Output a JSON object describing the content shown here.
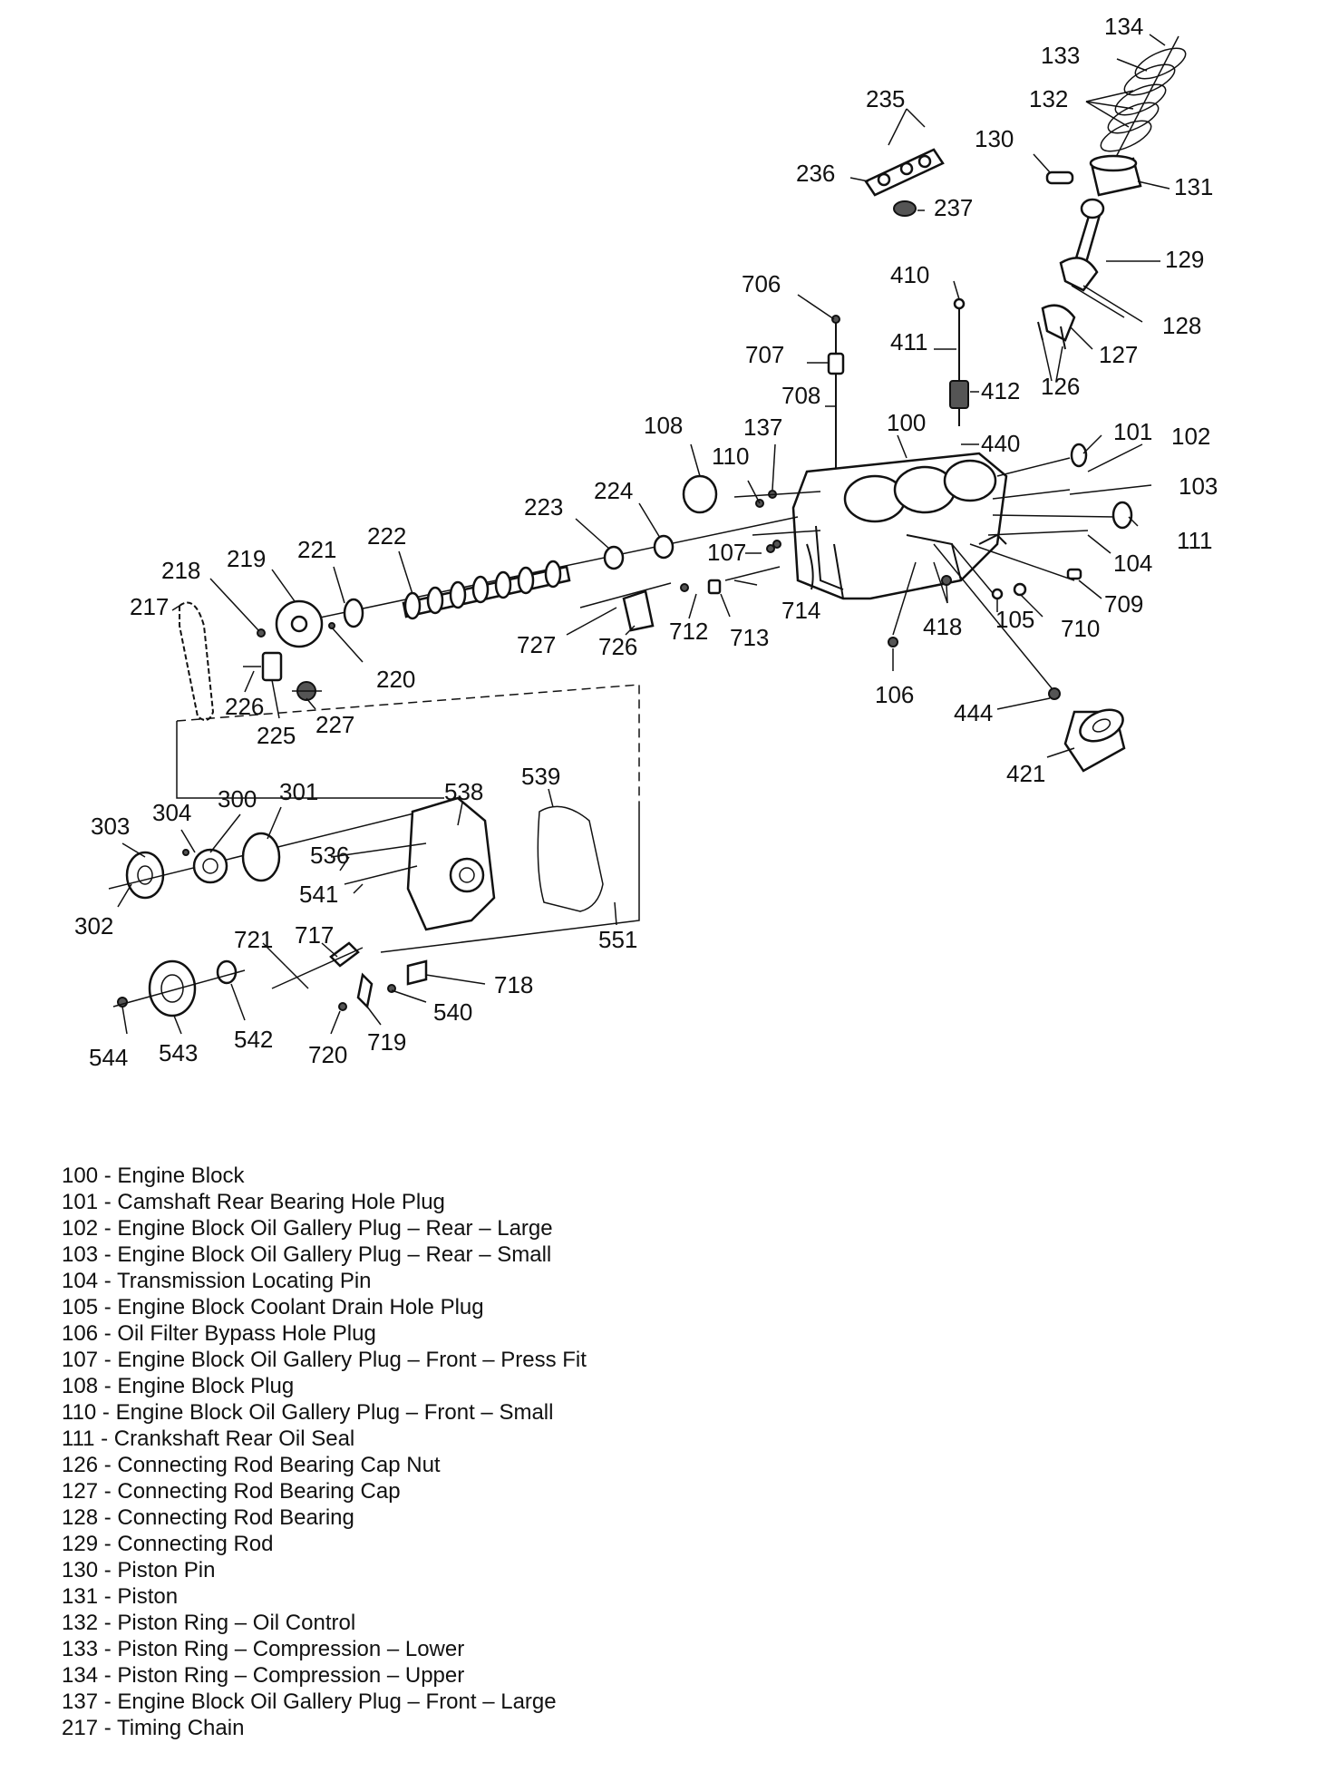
{
  "callouts": [
    {
      "id": "c134",
      "num": "134"
    },
    {
      "id": "c133",
      "num": "133"
    },
    {
      "id": "c132",
      "num": "132"
    },
    {
      "id": "c130",
      "num": "130"
    },
    {
      "id": "c131",
      "num": "131"
    },
    {
      "id": "c235",
      "num": "235"
    },
    {
      "id": "c236",
      "num": "236"
    },
    {
      "id": "c237",
      "num": "237"
    },
    {
      "id": "c129",
      "num": "129"
    },
    {
      "id": "c128",
      "num": "128"
    },
    {
      "id": "c127",
      "num": "127"
    },
    {
      "id": "c126",
      "num": "126"
    },
    {
      "id": "c706",
      "num": "706"
    },
    {
      "id": "c707",
      "num": "707"
    },
    {
      "id": "c708",
      "num": "708"
    },
    {
      "id": "c410",
      "num": "410"
    },
    {
      "id": "c411",
      "num": "411"
    },
    {
      "id": "c412",
      "num": "412"
    },
    {
      "id": "c440",
      "num": "440"
    },
    {
      "id": "c100",
      "num": "100"
    },
    {
      "id": "c108",
      "num": "108"
    },
    {
      "id": "c137",
      "num": "137"
    },
    {
      "id": "c110",
      "num": "110"
    },
    {
      "id": "c101",
      "num": "101"
    },
    {
      "id": "c102",
      "num": "102"
    },
    {
      "id": "c103",
      "num": "103"
    },
    {
      "id": "c111",
      "num": "111"
    },
    {
      "id": "c104",
      "num": "104"
    },
    {
      "id": "c223",
      "num": "223"
    },
    {
      "id": "c224",
      "num": "224"
    },
    {
      "id": "c222",
      "num": "222"
    },
    {
      "id": "c221",
      "num": "221"
    },
    {
      "id": "c219",
      "num": "219"
    },
    {
      "id": "c218",
      "num": "218"
    },
    {
      "id": "c217",
      "num": "217"
    },
    {
      "id": "c220",
      "num": "220"
    },
    {
      "id": "c226",
      "num": "226"
    },
    {
      "id": "c225",
      "num": "225"
    },
    {
      "id": "c227",
      "num": "227"
    },
    {
      "id": "c107",
      "num": "107"
    },
    {
      "id": "c714",
      "num": "714"
    },
    {
      "id": "c712",
      "num": "712"
    },
    {
      "id": "c713",
      "num": "713"
    },
    {
      "id": "c727",
      "num": "727"
    },
    {
      "id": "c726",
      "num": "726"
    },
    {
      "id": "c418",
      "num": "418"
    },
    {
      "id": "c105",
      "num": "105"
    },
    {
      "id": "c710",
      "num": "710"
    },
    {
      "id": "c709",
      "num": "709"
    },
    {
      "id": "c106",
      "num": "106"
    },
    {
      "id": "c444",
      "num": "444"
    },
    {
      "id": "c421",
      "num": "421"
    },
    {
      "id": "c303",
      "num": "303"
    },
    {
      "id": "c304",
      "num": "304"
    },
    {
      "id": "c300",
      "num": "300"
    },
    {
      "id": "c301",
      "num": "301"
    },
    {
      "id": "c538",
      "num": "538"
    },
    {
      "id": "c539",
      "num": "539"
    },
    {
      "id": "c536",
      "num": "536"
    },
    {
      "id": "c541",
      "num": "541"
    },
    {
      "id": "c302",
      "num": "302"
    },
    {
      "id": "c551",
      "num": "551"
    },
    {
      "id": "c721",
      "num": "721"
    },
    {
      "id": "c717",
      "num": "717"
    },
    {
      "id": "c718",
      "num": "718"
    },
    {
      "id": "c540",
      "num": "540"
    },
    {
      "id": "c544",
      "num": "544"
    },
    {
      "id": "c543",
      "num": "543"
    },
    {
      "id": "c542",
      "num": "542"
    },
    {
      "id": "c720",
      "num": "720"
    },
    {
      "id": "c719",
      "num": "719"
    }
  ],
  "legend": [
    "100 - Engine Block",
    "101 - Camshaft Rear Bearing Hole Plug",
    "102 - Engine Block Oil Gallery Plug – Rear – Large",
    "103 - Engine Block Oil Gallery Plug – Rear – Small",
    "104 - Transmission Locating Pin",
    "105 - Engine Block Coolant Drain Hole Plug",
    "106 - Oil Filter Bypass Hole Plug",
    "107 - Engine Block Oil Gallery Plug – Front – Press Fit",
    "108 - Engine Block Plug",
    "110 - Engine Block Oil Gallery Plug – Front – Small",
    "111 - Crankshaft Rear Oil Seal",
    "126 - Connecting Rod Bearing Cap Nut",
    "127 - Connecting Rod Bearing Cap",
    "128 - Connecting Rod Bearing",
    "129 - Connecting Rod",
    "130 - Piston Pin",
    "131 - Piston",
    "132 - Piston Ring – Oil Control",
    "133 - Piston Ring – Compression – Lower",
    "134 - Piston Ring – Compression – Upper",
    "137 - Engine Block Oil Gallery Plug – Front – Large",
    "217 - Timing Chain"
  ]
}
